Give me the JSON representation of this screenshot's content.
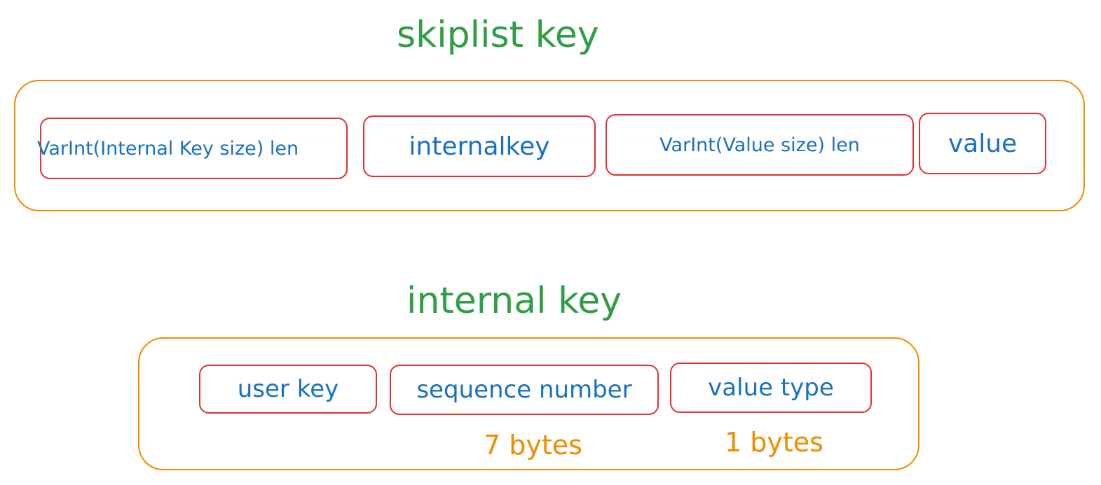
{
  "sections": {
    "skiplist": {
      "title": "skiplist key",
      "fields": {
        "key_length": "VarInt(Internal Key size) len",
        "internal_key": "internalkey",
        "value_length": "VarInt(Value size) len",
        "value": "value"
      }
    },
    "internal_key": {
      "title": "internal key",
      "fields": {
        "user_key": "user key",
        "sequence_number": "sequence number",
        "value_type": "value type"
      },
      "sizes": {
        "sequence_number": "7 bytes",
        "value_type": "1 bytes"
      }
    }
  },
  "colors": {
    "title": "#2f9e44",
    "container_border": "#f08c00",
    "field_border": "#e03131",
    "field_text": "#1971c2",
    "size_text": "#f08c00"
  }
}
